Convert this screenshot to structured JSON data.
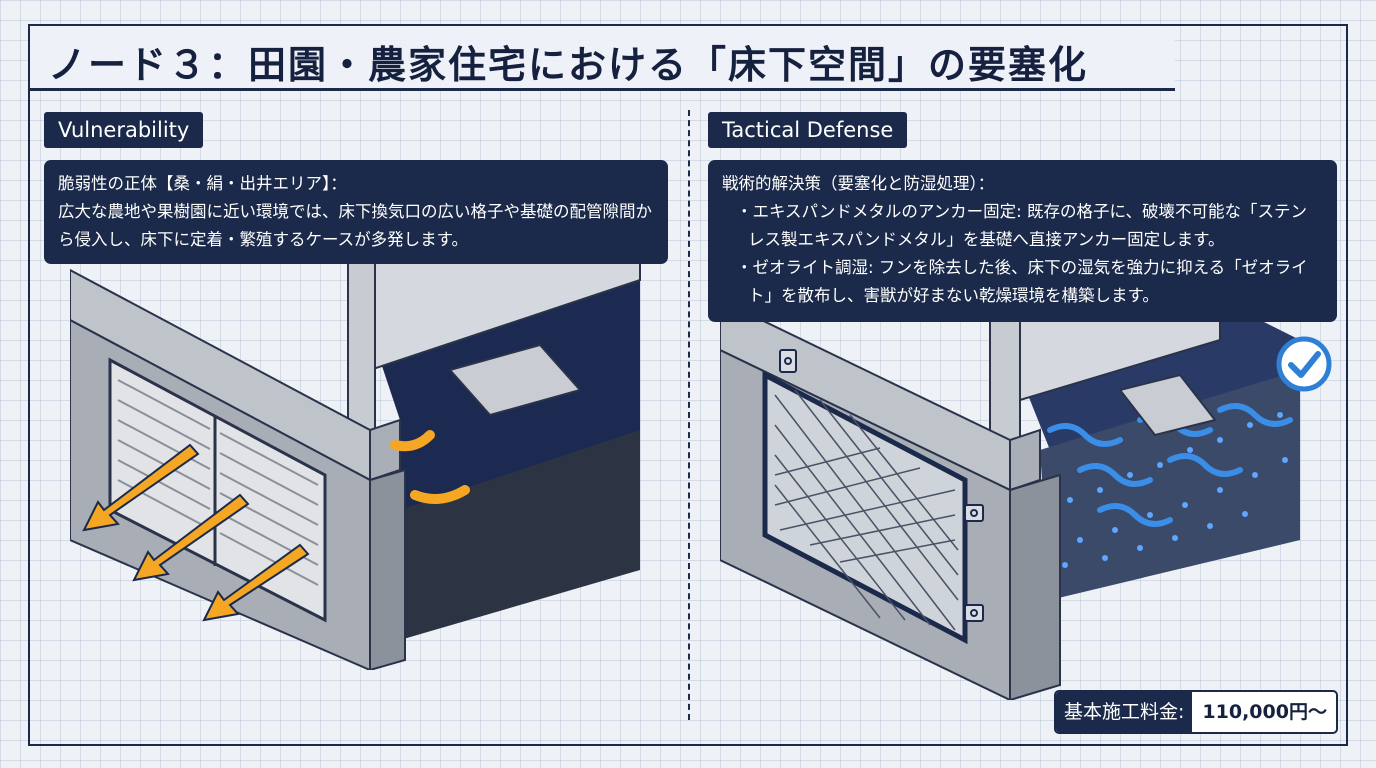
{
  "title": "ノード３：田園・農家住宅における「床下空間」の要塞化",
  "left": {
    "tag": "Vulnerability",
    "heading": "脆弱性の正体【桑・絹・出井エリア】：",
    "body": "広大な農地や果樹園に近い環境では、床下換気口の広い格子や基礎の配管隙間から侵入し、床下に定着・繁殖するケースが多発します。"
  },
  "right": {
    "tag": "Tactical Defense",
    "heading": "戦術的解決策（要塞化と防湿処理）：",
    "bullets": [
      "・エキスパンドメタルのアンカー固定: 既存の格子に、破壊不可能な「ステンレス製エキスパンドメタル」を基礎へ直接アンカー固定します。",
      "・ゼオライト調湿: フンを除去した後、床下の湿気を強力に抑える「ゼオライト」を散布し、害獣が好まない乾燥環境を構築します。"
    ]
  },
  "price": {
    "label": "基本施工料金:",
    "value": "110,000円〜"
  },
  "colors": {
    "navy": "#1b2a4a",
    "arrow_orange": "#f5a623",
    "wave_blue": "#3a8ee8",
    "check_blue": "#2f7fd6"
  },
  "icons": {
    "check": "check-circle-icon",
    "intrusion_arrows": "orange-arrow-icon",
    "moisture_waves": "blue-wave-icon"
  }
}
